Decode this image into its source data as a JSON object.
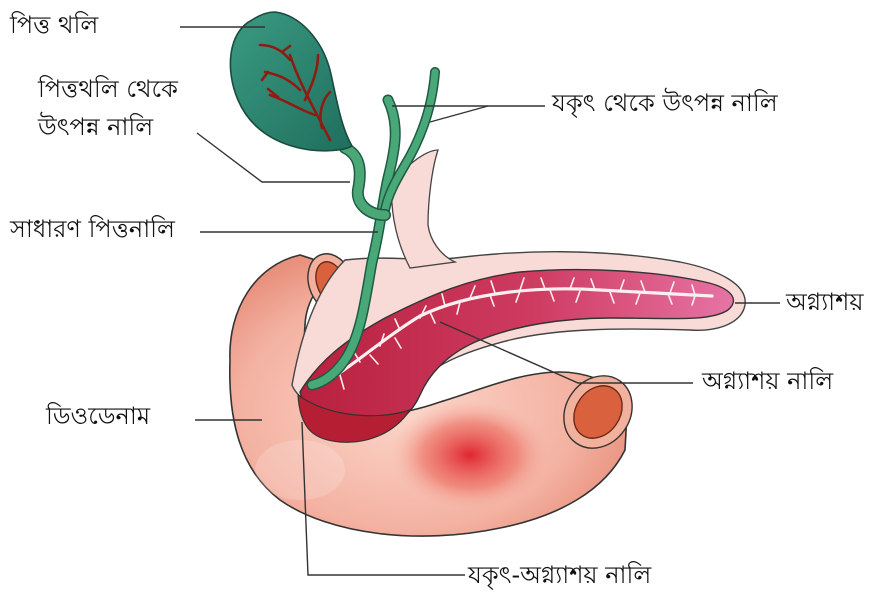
{
  "labels": {
    "gallbladder": "পিত্ত থলি",
    "cystic_duct_line1": "পিত্তথলি  থেকে",
    "cystic_duct_line2": "উৎপন্ন নালি",
    "common_bile_duct": "সাধারণ পিত্তনালি",
    "duodenum": "ডিওডেনাম",
    "hepatic_duct": "যকৃৎ থেকে উৎপন্ন নালি",
    "pancreas": "অগ্ন্যাশয়",
    "pancreatic_duct": "অগ্ন্যাশয় নালি",
    "hepatopancreatic_duct": "যকৃৎ-অগ্ন্যাশয় নালি"
  },
  "colors": {
    "gallbladder": "#2f8a74",
    "bile_duct": "#3f9c6e",
    "duodenum": "#f6b8a8",
    "pancreas_tissue": "#f7d3cf",
    "pancreas_body": "#c8325a",
    "pancreas_tail": "#e2679b",
    "vessel": "#9a1f14",
    "lumen": "#e0603a"
  }
}
